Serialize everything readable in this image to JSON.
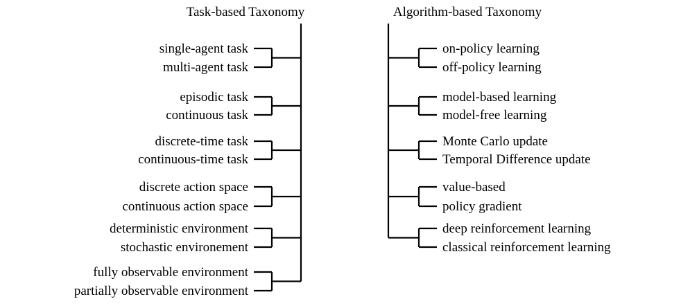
{
  "task_taxonomy": {
    "title": "Task-based Taxonomy",
    "groups": [
      [
        "single-agent task",
        "multi-agent task"
      ],
      [
        "episodic task",
        "continuous task"
      ],
      [
        "discrete-time task",
        "continuous-time task"
      ],
      [
        "discrete action space",
        "continuous action space"
      ],
      [
        "deterministic environment",
        "stochastic environement"
      ],
      [
        "fully observable environment",
        "partially observable environment"
      ]
    ]
  },
  "algorithm_taxonomy": {
    "title": "Algorithm-based Taxonomy",
    "groups": [
      [
        "on-policy learning",
        "off-policy learning"
      ],
      [
        "model-based learning",
        "model-free learning"
      ],
      [
        "Monte Carlo update",
        "Temporal Difference update"
      ],
      [
        "value-based",
        "policy gradient"
      ],
      [
        "deep reinforcement learning",
        "classical reinforcement learning"
      ]
    ]
  }
}
